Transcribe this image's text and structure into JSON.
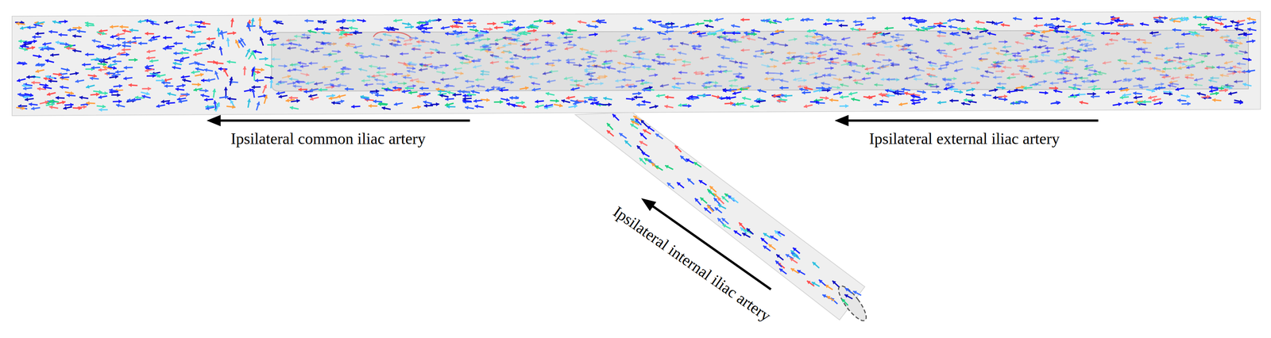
{
  "diagram": {
    "labels": [
      "Ipsilateral common iliac artery",
      "Ipsilateral external iliac artery",
      "Ipsilateral internal iliac artery"
    ]
  }
}
